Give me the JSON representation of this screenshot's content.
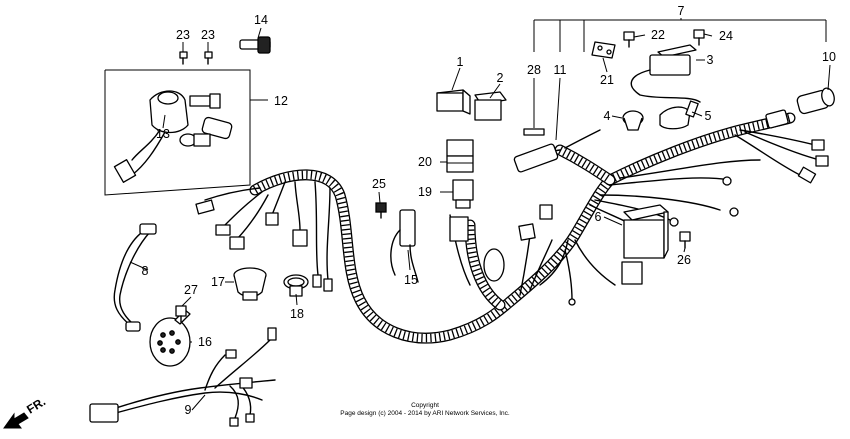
{
  "diagram": {
    "callouts": [
      {
        "id": "c1",
        "text": "1"
      },
      {
        "id": "c2",
        "text": "2"
      },
      {
        "id": "c3",
        "text": "3"
      },
      {
        "id": "c4",
        "text": "4"
      },
      {
        "id": "c5",
        "text": "5"
      },
      {
        "id": "c6",
        "text": "6"
      },
      {
        "id": "c7",
        "text": "7"
      },
      {
        "id": "c8",
        "text": "8"
      },
      {
        "id": "c9",
        "text": "9"
      },
      {
        "id": "c10",
        "text": "10"
      },
      {
        "id": "c11",
        "text": "11"
      },
      {
        "id": "c12",
        "text": "12"
      },
      {
        "id": "c13",
        "text": "13"
      },
      {
        "id": "c14",
        "text": "14"
      },
      {
        "id": "c15",
        "text": "15"
      },
      {
        "id": "c16",
        "text": "16"
      },
      {
        "id": "c17",
        "text": "17"
      },
      {
        "id": "c18",
        "text": "18"
      },
      {
        "id": "c19",
        "text": "19"
      },
      {
        "id": "c20",
        "text": "20"
      },
      {
        "id": "c21",
        "text": "21"
      },
      {
        "id": "c22",
        "text": "22"
      },
      {
        "id": "c23a",
        "text": "23"
      },
      {
        "id": "c23b",
        "text": "23"
      },
      {
        "id": "c24",
        "text": "24"
      },
      {
        "id": "c25",
        "text": "25"
      },
      {
        "id": "c26",
        "text": "26"
      },
      {
        "id": "c27",
        "text": "27"
      },
      {
        "id": "c28",
        "text": "28"
      }
    ],
    "direction_label": "FR."
  },
  "footer": {
    "line1": "Copyright",
    "line2": "Page design (c) 2004 - 2014 by ARI Network Services, Inc."
  }
}
